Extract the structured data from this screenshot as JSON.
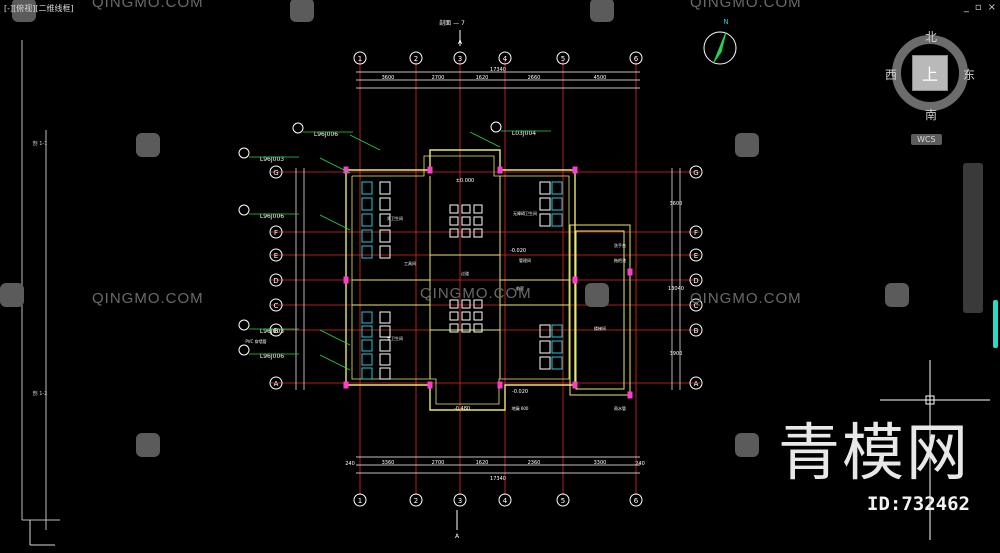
{
  "app": {
    "viewport_label": "[-][俯视][二维线框]",
    "window_buttons": [
      "_",
      "▫",
      "×"
    ]
  },
  "drawing": {
    "top_section_label": "剖面 — 7",
    "top_section_letter": "A",
    "bottom_section_letter": "A",
    "top_mark": "A",
    "col_labels": [
      "1",
      "2",
      "3",
      "4",
      "5",
      "6"
    ],
    "row_labels": [
      "G",
      "F",
      "E",
      "D",
      "C",
      "B",
      "A"
    ],
    "top_dims_row1": [
      "3600",
      "2700",
      "1620",
      "2660",
      "4500"
    ],
    "top_total": "17340",
    "bottom_dims_row1": [
      "3360",
      "2700",
      "1620",
      "2360",
      "3300"
    ],
    "bottom_total": "17340",
    "bottom_edge": [
      "240",
      "240"
    ],
    "right_dims": [
      "3600",
      "3900",
      "13040"
    ],
    "elev_labels": [
      "±0.000",
      "-0.020",
      "-0.020",
      "-0.480"
    ],
    "ref_tags": [
      "L96J006",
      "L96J003",
      "L96J006",
      "L96J003",
      "L96J006",
      "L03J004"
    ],
    "room_tags": [
      "男卫生间",
      "女卫生间",
      "无障碍卫生间",
      "管理间",
      "工具间",
      "前室",
      "过道",
      "楼梯间"
    ],
    "notes": [
      "洗手台",
      "拖把池",
      "雨水管",
      "PVC 穿墙管",
      "地漏 600"
    ],
    "side_text": [
      "剖 1-1",
      "剖 1-2"
    ]
  },
  "compass": {
    "north": "N"
  },
  "navcube": {
    "north": "北",
    "south": "南",
    "east": "东",
    "west": "西",
    "face": "上",
    "wcs": "WCS"
  },
  "watermark": {
    "text": "QINGMO.COM",
    "brand": "青模网",
    "id": "ID:732462"
  },
  "colors": {
    "background": "#000000",
    "wall": "#e9e96a",
    "axis": "#e02a2a",
    "dim": "#ffffff",
    "green": "#27d44a",
    "cyan": "#28c6d8",
    "magenta": "#ff3bd4"
  }
}
